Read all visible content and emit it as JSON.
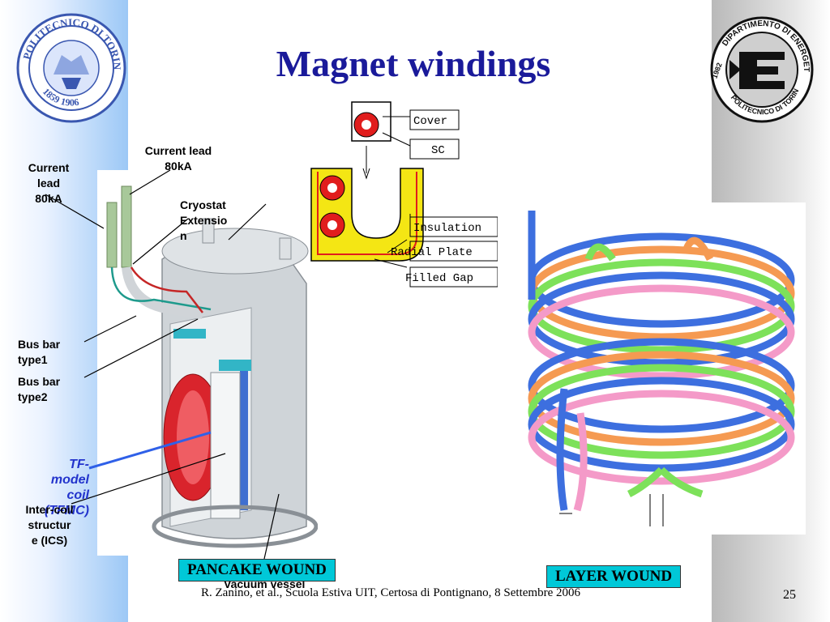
{
  "slide": {
    "title": "Magnet windings",
    "page_number": "25",
    "footer": "R. Zanino, et al., Scuola Estiva UIT, Certosa di Pontignano, 8 Settembre 2006"
  },
  "logos": {
    "left": "Politecnico di Torino seal",
    "left_text": "POLITECNICO DI TORINO",
    "left_years": "1859 1906",
    "right": "Dipartimento di Energetica logo",
    "right_text_top": "DIPARTIMENTO DI ENERGETICA",
    "right_text_bottom": "POLITECNICO DI TORINO",
    "right_year": "1982"
  },
  "labels": {
    "current_lead_top": "Current lead\n80kA",
    "current_lead_left": "Current\nlead\n80kA",
    "cryostat_ext": "Cryostat\nExtensio\nn",
    "bus_bar_1": "Bus bar\ntype1",
    "bus_bar_2": "Bus bar\ntype2",
    "tf_coil": "TF-\nmodel\ncoil\n(TFMC)",
    "ics": "Inter-coil\nstructur\ne (ICS)",
    "vacuum_vessel": "Vacuum vessel",
    "pancake": "PANCAKE WOUND",
    "layer": "LAYER WOUND"
  },
  "cross_section": {
    "cover": "Cover",
    "sc": "SC",
    "insulation": "Insulation",
    "radial_plate": "Radial Plate",
    "filled_gap": "Filled Gap"
  },
  "colors": {
    "title": "#1a1a9a",
    "tf_label": "#2233cc",
    "wound_box": "#00c8d8",
    "conductor_red": "#e11d1d",
    "insulation_yellow": "#f4e614",
    "coil_blue": "#3d6fdf",
    "coil_green": "#7de15a",
    "coil_orange": "#f59a52",
    "coil_pink": "#f49ac8"
  }
}
